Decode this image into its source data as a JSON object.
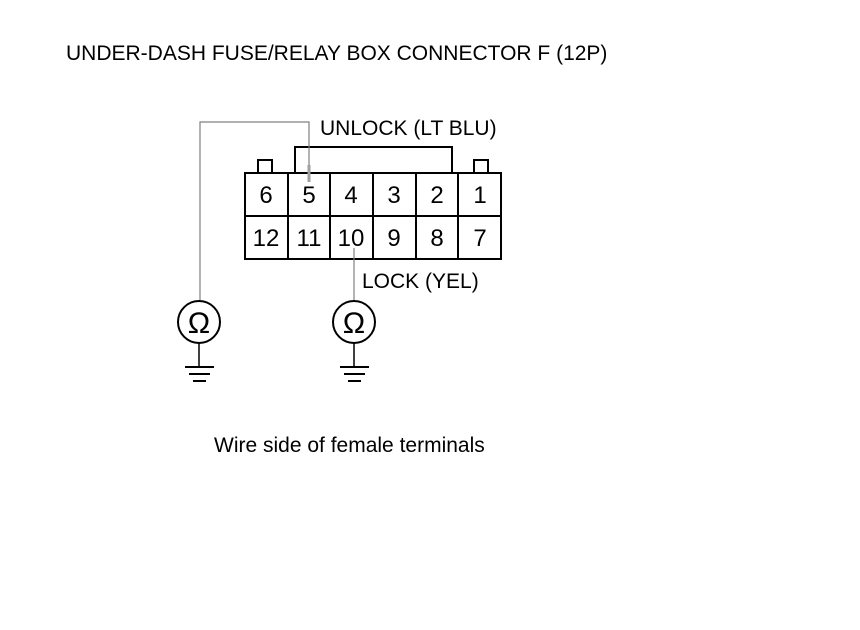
{
  "title": "UNDER-DASH FUSE/RELAY BOX CONNECTOR F (12P)",
  "caption": "Wire side of female terminals",
  "connector": {
    "top_row": [
      "6",
      "5",
      "4",
      "3",
      "2",
      "1"
    ],
    "bottom_row": [
      "12",
      "11",
      "10",
      "9",
      "8",
      "7"
    ]
  },
  "wires": {
    "unlock_label": "UNLOCK (LT BLU)",
    "lock_label": "LOCK (YEL)"
  },
  "meters": {
    "symbol": "Ω"
  },
  "colors": {
    "wire": "#808080",
    "outline": "#000000"
  }
}
